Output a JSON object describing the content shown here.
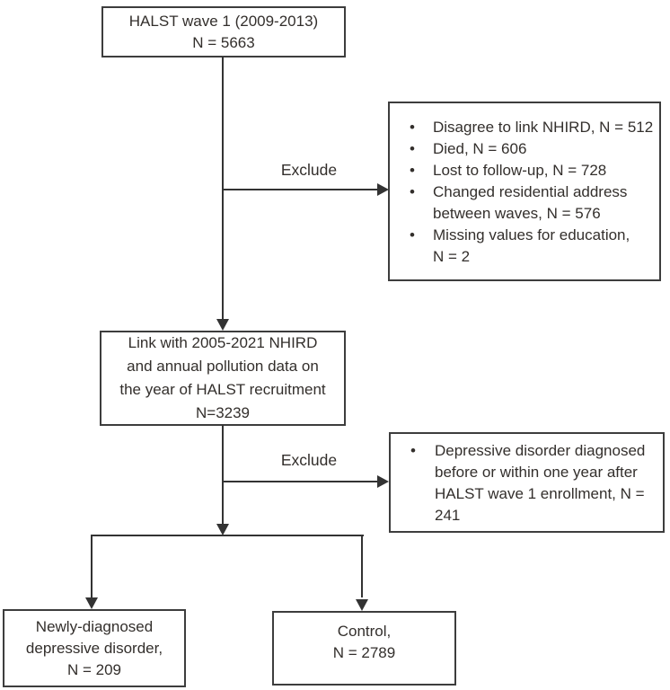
{
  "flowchart": {
    "colors": {
      "line": "#333333",
      "border": "#3d3d3d",
      "text": "#332f2c",
      "background": "#ffffff"
    },
    "labels": {
      "exclude1": "Exclude",
      "exclude2": "Exclude"
    },
    "halst_wave1": {
      "lines": [
        "HALST wave 1 (2009-2013)",
        "N = 5663"
      ]
    },
    "exclusions_wave1": {
      "items": [
        {
          "lines": [
            "Disagree to link NHIRD, N = 512"
          ]
        },
        {
          "lines": [
            "Died, N = 606"
          ]
        },
        {
          "lines": [
            "Lost to follow-up, N = 728"
          ]
        },
        {
          "lines": [
            "Changed residential address",
            "between waves, N = 576"
          ]
        },
        {
          "lines": [
            "Missing values for education,",
            "N = 2"
          ]
        }
      ]
    },
    "link_nhird": {
      "lines": [
        "Link with 2005-2021 NHIRD",
        "and annual pollution data on",
        "the year of HALST recruitment",
        "N=3239"
      ]
    },
    "exclusion_depressive": {
      "items": [
        {
          "lines": [
            "Depressive disorder diagnosed",
            "before or within one year after",
            "HALST wave 1 enrollment, N =",
            "241"
          ]
        }
      ]
    },
    "newly_diagnosed": {
      "lines": [
        "Newly-diagnosed",
        "depressive disorder,",
        "N = 209"
      ]
    },
    "control": {
      "lines": [
        "Control,",
        "N = 2789"
      ]
    }
  }
}
